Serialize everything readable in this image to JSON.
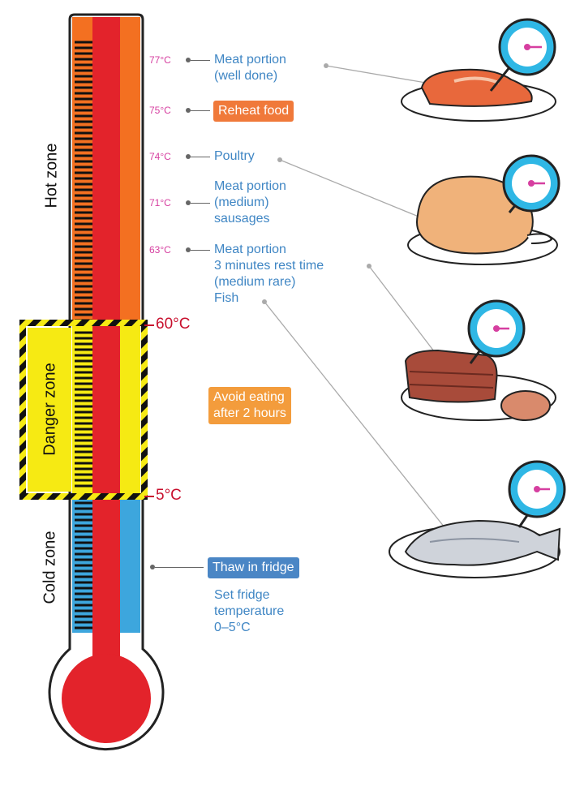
{
  "zones": {
    "hot": "Hot zone",
    "danger": "Danger zone",
    "cold": "Cold zone"
  },
  "thresholds": {
    "upper": "60°C",
    "lower": "5°C"
  },
  "items": [
    {
      "temp": "77°C",
      "lines": [
        "Meat portion",
        "(well done)"
      ]
    },
    {
      "temp": "75°C",
      "pill": "Reheat food"
    },
    {
      "temp": "74°C",
      "lines": [
        "Poultry"
      ]
    },
    {
      "temp": "71°C",
      "lines": [
        "Meat portion",
        "(medium)",
        "sausages"
      ]
    },
    {
      "temp": "63°C",
      "lines": [
        "Meat portion",
        "3 minutes rest time",
        "(medium rare)",
        "Fish"
      ]
    }
  ],
  "danger_note": [
    "Avoid eating",
    "after 2 hours"
  ],
  "cold_note": {
    "pill": "Thaw in fridge",
    "lines": [
      "Set fridge",
      "temperature",
      "0–5°C"
    ]
  },
  "colors": {
    "mercury": "#e3232b",
    "hot": "#f37021",
    "cold": "#3da6dd",
    "danger_yellow": "#f6ea13",
    "temp_text": "#d63fa0",
    "desc_text": "#3f86c4"
  },
  "foods": [
    "steak",
    "chicken",
    "beef",
    "fish"
  ]
}
